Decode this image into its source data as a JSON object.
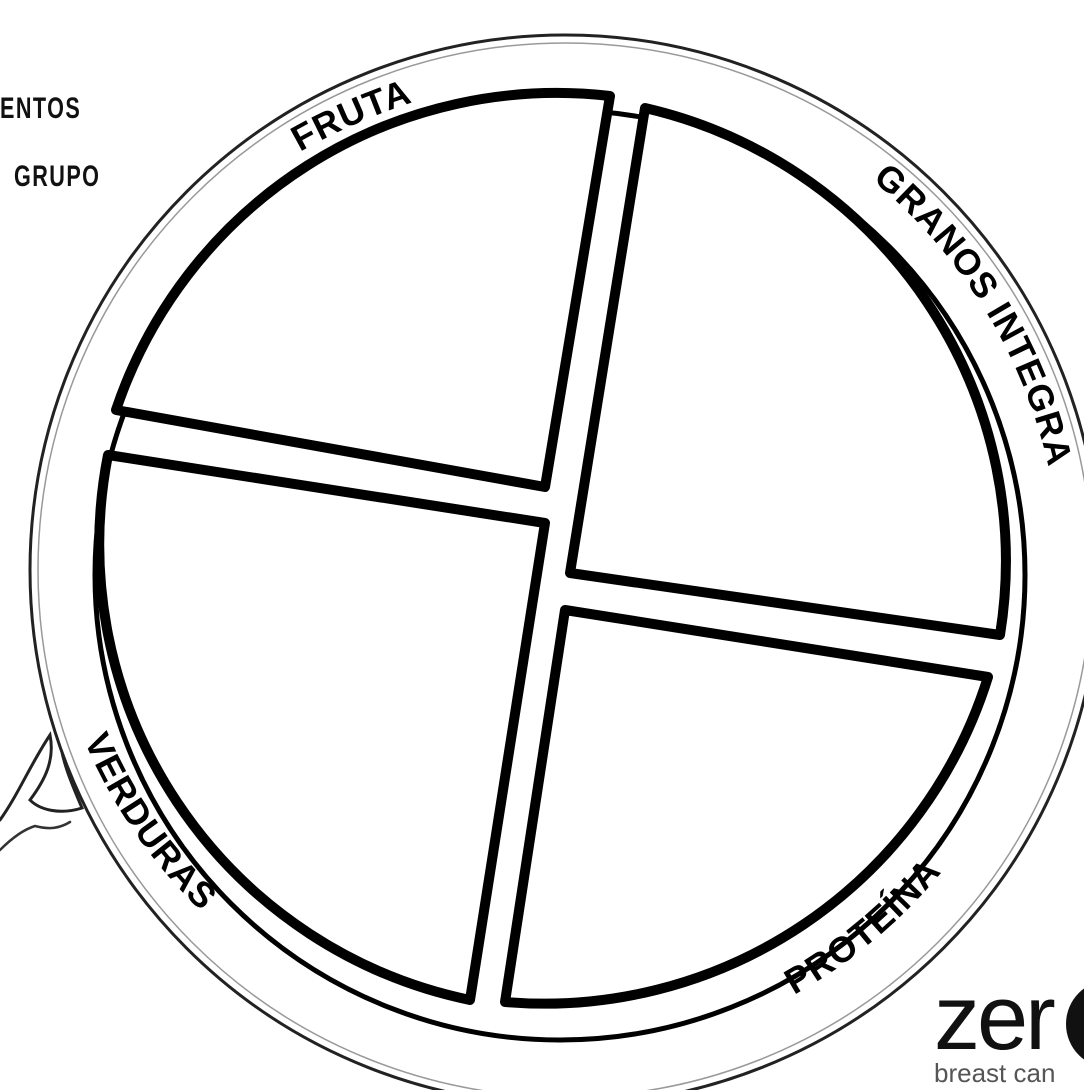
{
  "header": {
    "line1": "ENTOS",
    "line2": "GRUPO"
  },
  "plate": {
    "labels": {
      "fruit": "FRUTA",
      "grains": "GRANOS INTEGRALES",
      "vegetables": "VERDURAS",
      "protein": "PROTEÍNA"
    }
  },
  "logo": {
    "word": "zer",
    "tagline": "breast can"
  },
  "colors": {
    "ink": "#000000",
    "paper": "#ffffff"
  }
}
